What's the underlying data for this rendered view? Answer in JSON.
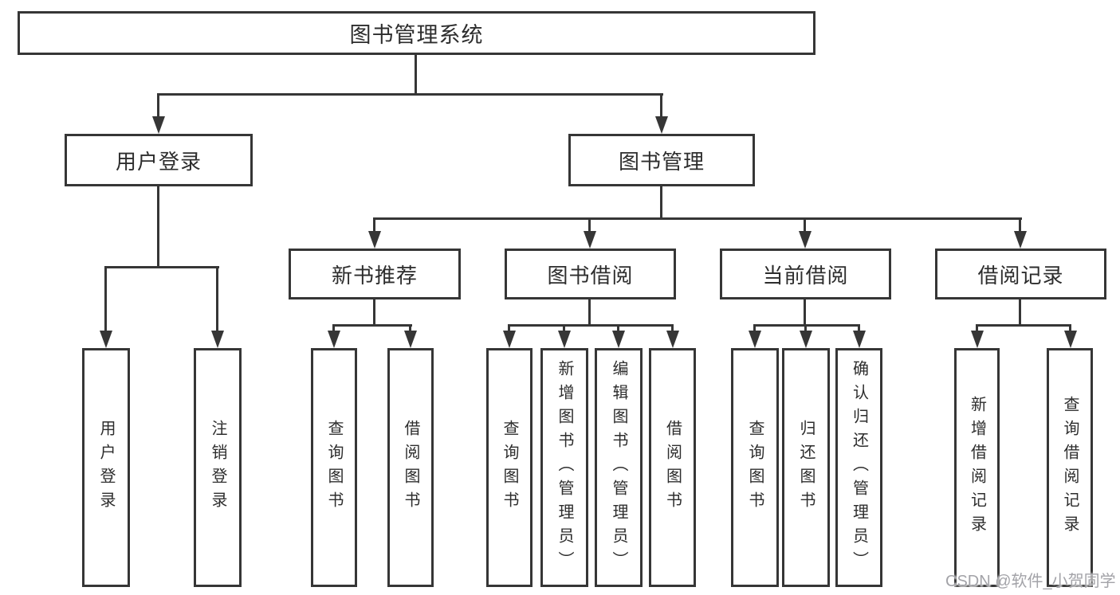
{
  "root": {
    "label": "图书管理系统"
  },
  "level2": {
    "user_login": {
      "label": "用户登录"
    },
    "book_management": {
      "label": "图书管理"
    }
  },
  "level3": {
    "new_book_recommend": {
      "label": "新书推荐"
    },
    "book_borrowing": {
      "label": "图书借阅"
    },
    "current_borrowing": {
      "label": "当前借阅"
    },
    "borrowing_records": {
      "label": "借阅记录"
    }
  },
  "level4": {
    "user_login_children": [
      {
        "label": "用户登录"
      },
      {
        "label": "注销登录"
      }
    ],
    "new_book_recommend_children": [
      {
        "label": "查询图书"
      },
      {
        "label": "借阅图书"
      }
    ],
    "book_borrowing_children": [
      {
        "label": "查询图书"
      },
      {
        "label": "新增图书（管理员）"
      },
      {
        "label": "编辑图书（管理员）"
      },
      {
        "label": "借阅图书"
      }
    ],
    "current_borrowing_children": [
      {
        "label": "查询图书"
      },
      {
        "label": "归还图书"
      },
      {
        "label": "确认归还（管理员）"
      }
    ],
    "borrowing_records_children": [
      {
        "label": "新增借阅记录"
      },
      {
        "label": "查询借阅记录"
      }
    ]
  },
  "watermark": "CSDN @软件_小贺同学",
  "colors": {
    "line": "#363636",
    "text": "#2d2d2d",
    "background": "#ffffff",
    "watermark": "#a3a3a8"
  }
}
